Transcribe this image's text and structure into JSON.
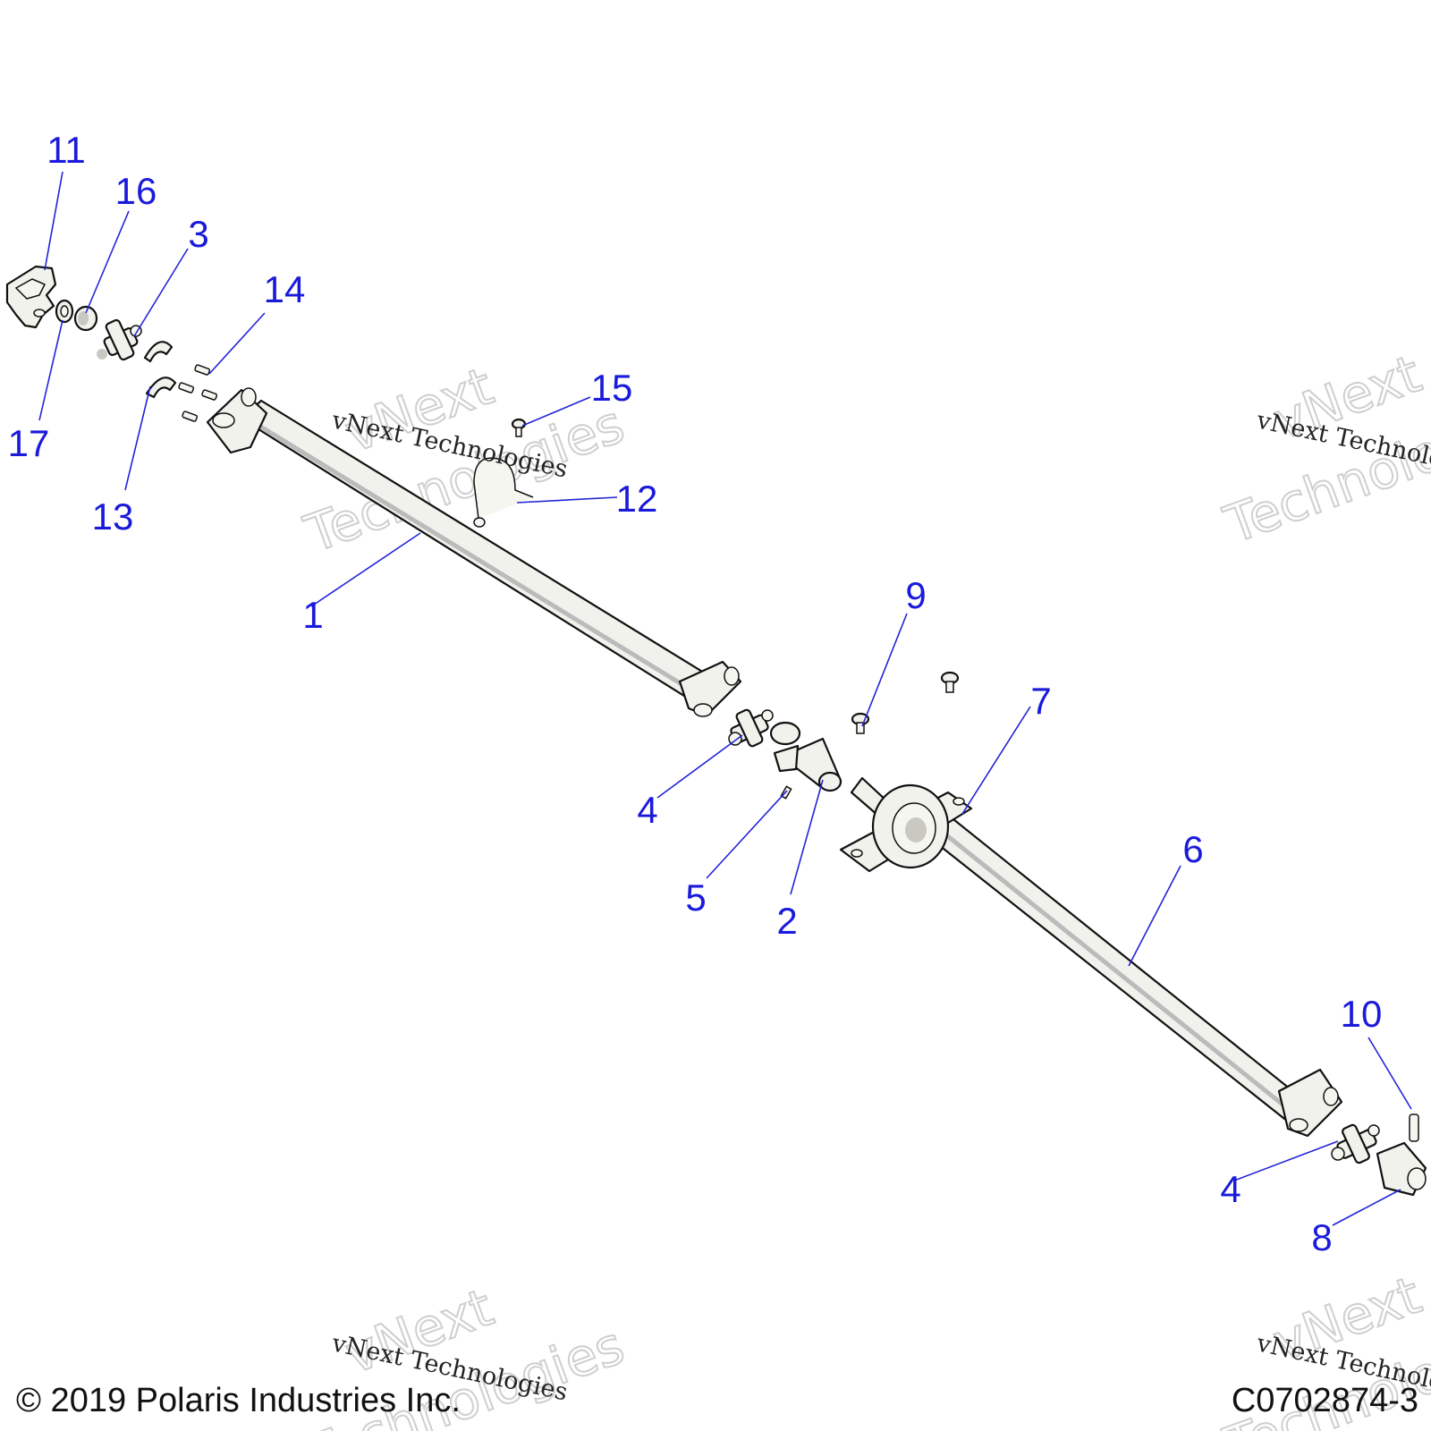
{
  "callouts": [
    "1",
    "2",
    "3",
    "4",
    "4",
    "5",
    "6",
    "7",
    "8",
    "9",
    "10",
    "11",
    "12",
    "13",
    "14",
    "15",
    "16",
    "17"
  ],
  "watermark": {
    "line_small": "vNext Technologies",
    "line_big_1": "vNext",
    "line_big_2": "Technologies"
  },
  "footer": {
    "copyright": "© 2019 Polaris Industries Inc.",
    "diagram_code": "C0702874-3"
  },
  "colors": {
    "callout": "#1a1adb",
    "line": "#111111",
    "part_fill": "#f2f2ec"
  }
}
